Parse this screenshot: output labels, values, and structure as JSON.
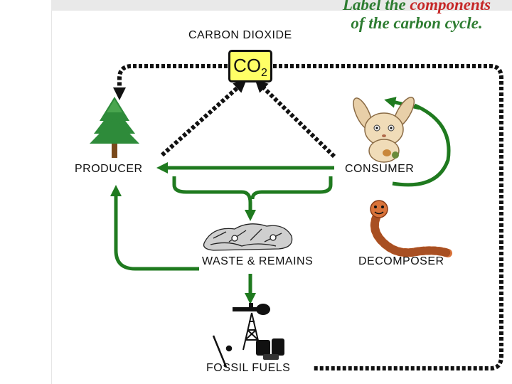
{
  "title": {
    "line1_prefix": "Label the ",
    "line1_highlight": "components",
    "line2": "of the carbon cycle."
  },
  "labels": {
    "carbon_dioxide": "CARBON DIOXIDE",
    "co2_formula": "CO",
    "co2_subscript": "2",
    "producer": "PRODUCER",
    "consumer": "CONSUMER",
    "waste": "WASTE & REMAINS",
    "decomposer": "DECOMPOSER",
    "fossil_fuels": "FOSSIL FUELS"
  },
  "colors": {
    "arrow_green": "#1f7a1f",
    "dotted": "#111111",
    "co2_fill": "#ffff66",
    "title_green": "#2e7d32",
    "title_red": "#c62828"
  }
}
